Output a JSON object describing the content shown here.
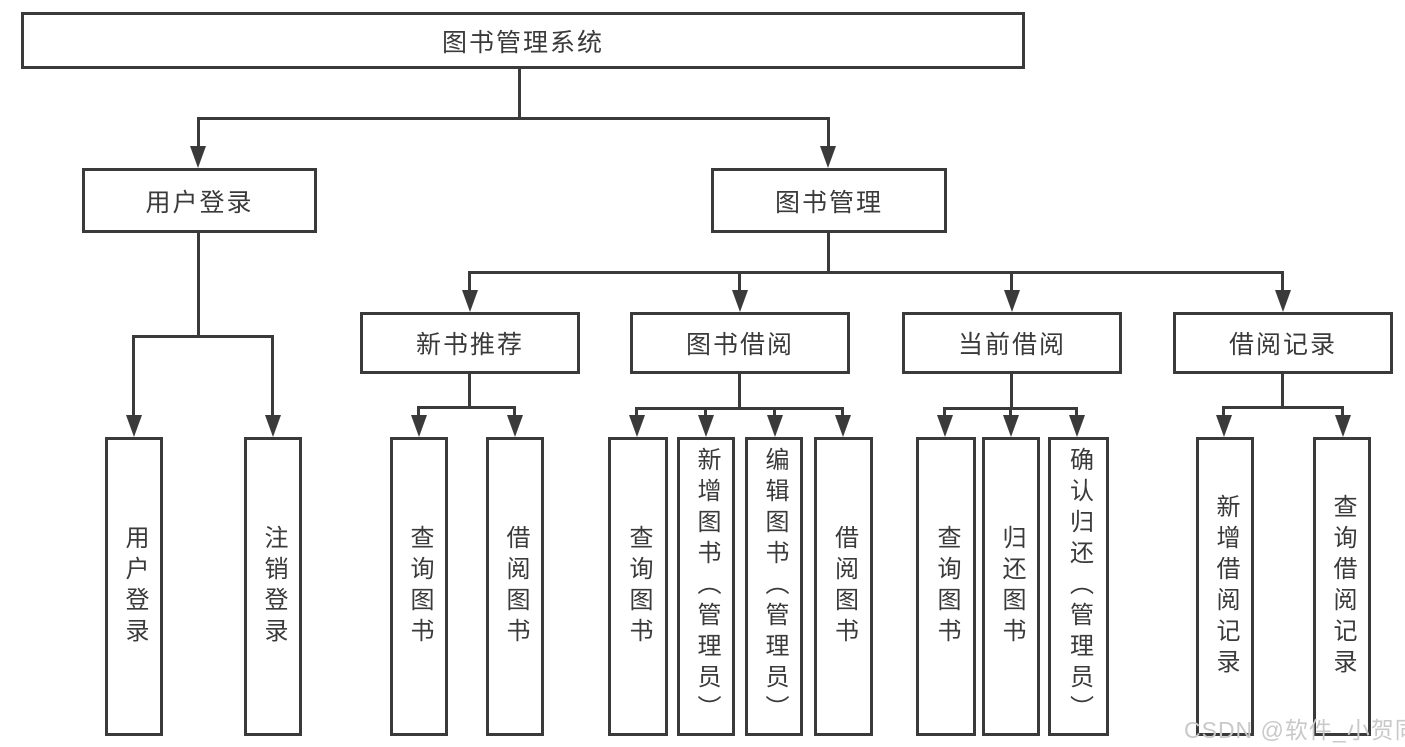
{
  "diagram": {
    "root": "图书管理系统",
    "branches": [
      {
        "label": "用户登录",
        "children": [
          "用户登录",
          "注销登录"
        ]
      },
      {
        "label": "图书管理",
        "sections": [
          {
            "label": "新书推荐",
            "children": [
              "查询图书",
              "借阅图书"
            ]
          },
          {
            "label": "图书借阅",
            "children": [
              "查询图书",
              "新增图书（管理员）",
              "编辑图书（管理员）",
              "借阅图书"
            ]
          },
          {
            "label": "当前借阅",
            "children": [
              "查询图书",
              "归还图书",
              "确认归还（管理员）"
            ]
          },
          {
            "label": "借阅记录",
            "children": [
              "新增借阅记录",
              "查询借阅记录"
            ]
          }
        ]
      }
    ],
    "watermark": "CSDN @软件_小贺同学",
    "colors": {
      "line": "#3a3a3a",
      "text": "#3a3a3a",
      "watermark": "#c9c9c9",
      "background": "#ffffff"
    }
  }
}
